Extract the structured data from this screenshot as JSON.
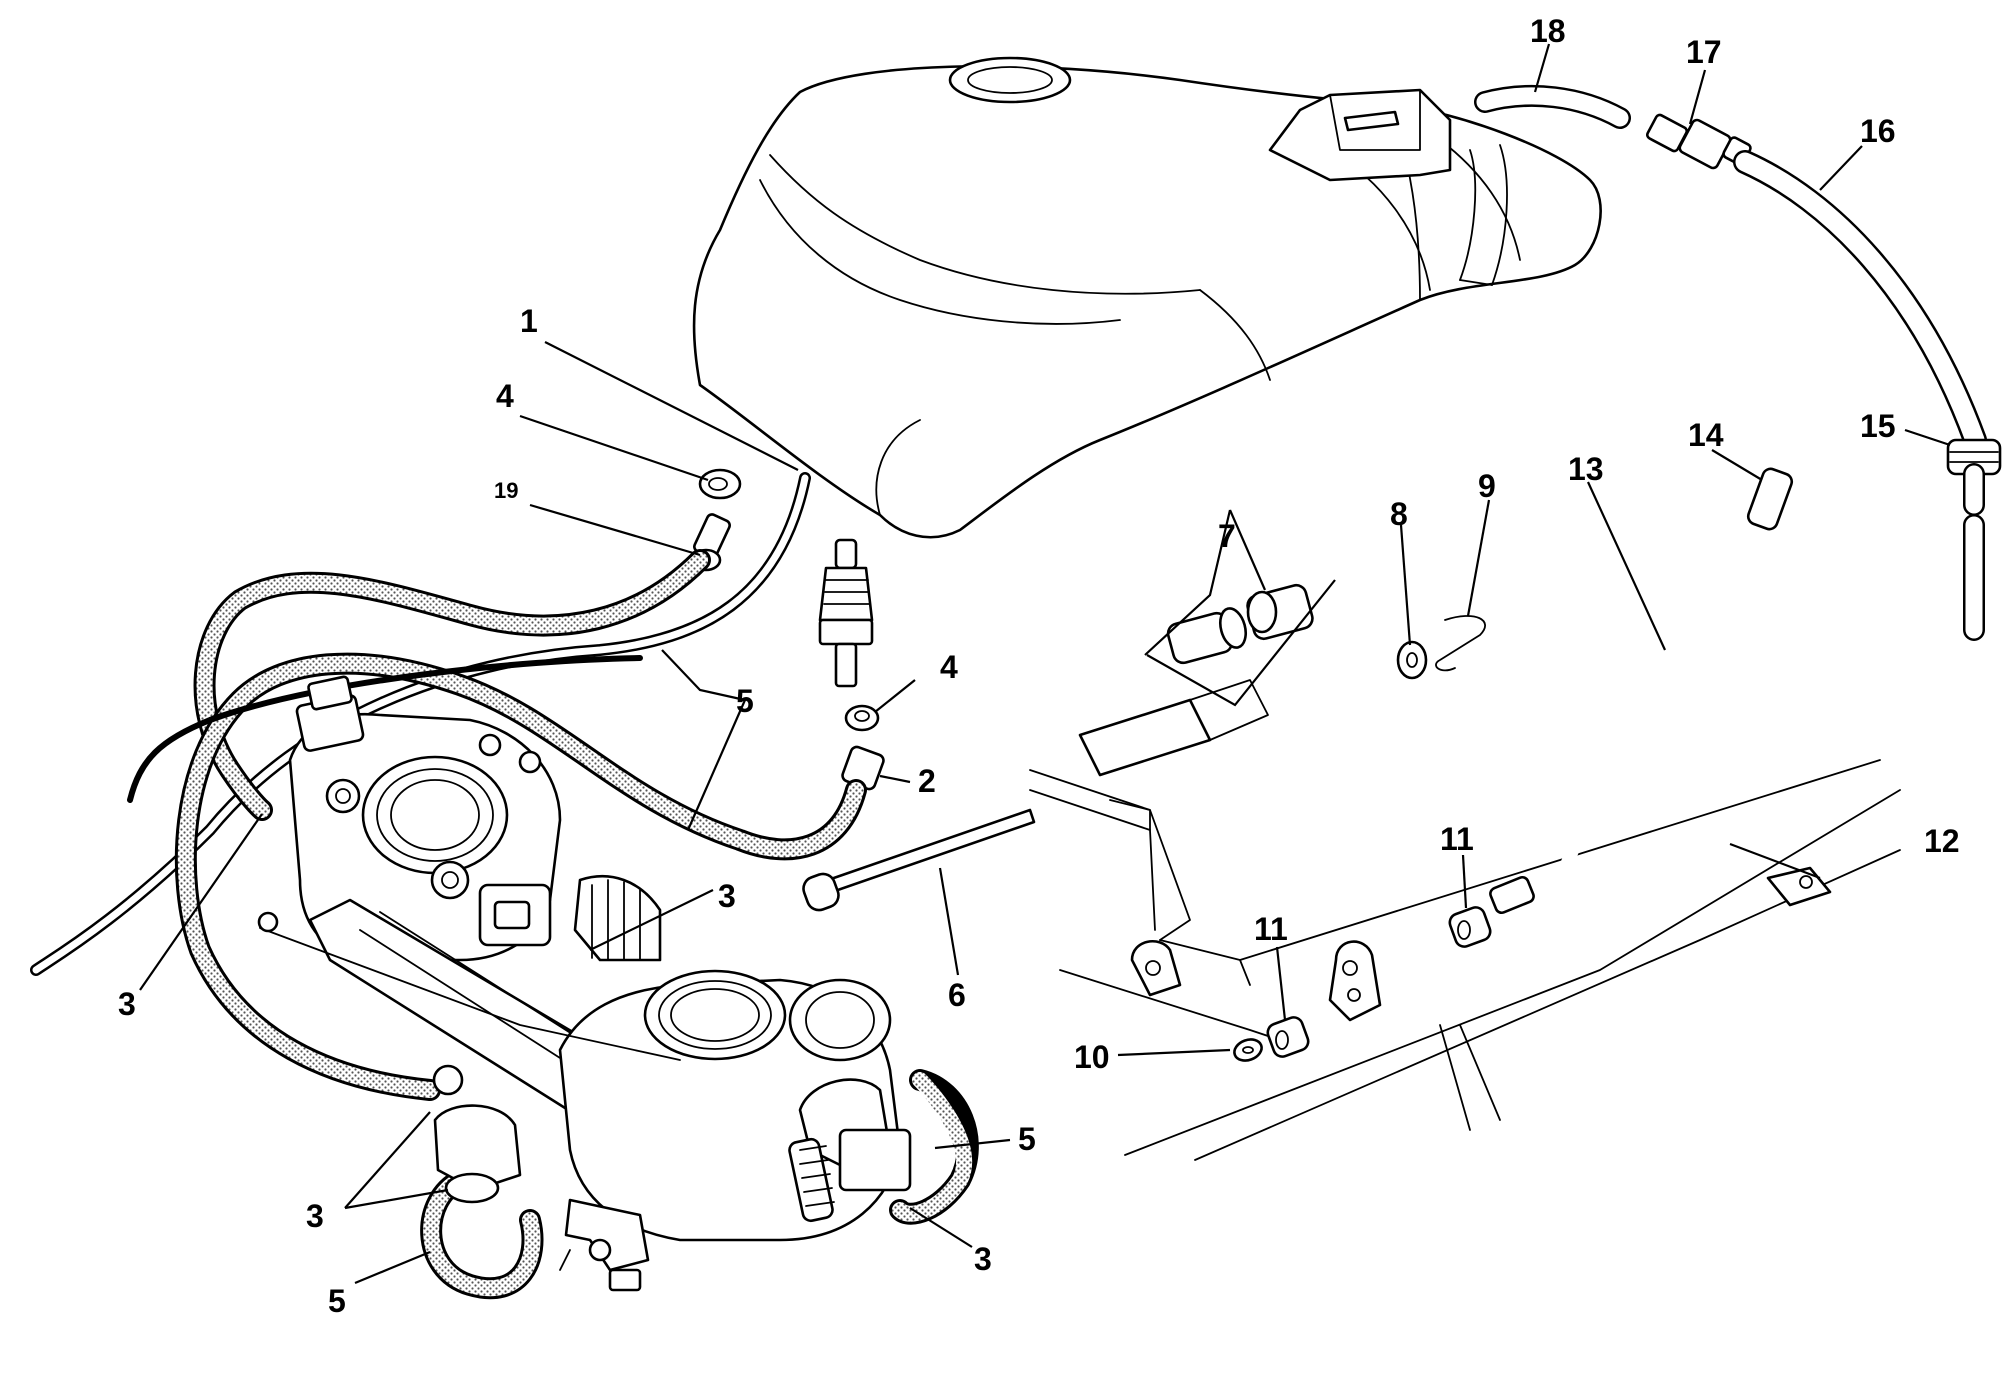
{
  "diagram": {
    "colors": {
      "ink": "#000000",
      "paper": "#ffffff",
      "hose_fill": "#bdbdbd"
    },
    "callouts": {
      "c1": "1",
      "c2": "2",
      "c3a": "3",
      "c3b": "3",
      "c3c": "3",
      "c3d": "3",
      "c4a": "4",
      "c4b": "4",
      "c5a": "5",
      "c5b": "5",
      "c5c": "5",
      "c6": "6",
      "c7": "7",
      "c8": "8",
      "c9": "9",
      "c10": "10",
      "c11a": "11",
      "c11b": "11",
      "c12": "12",
      "c13": "13",
      "c14": "14",
      "c15": "15",
      "c16": "16",
      "c17": "17",
      "c18": "18",
      "c19": "19"
    }
  }
}
